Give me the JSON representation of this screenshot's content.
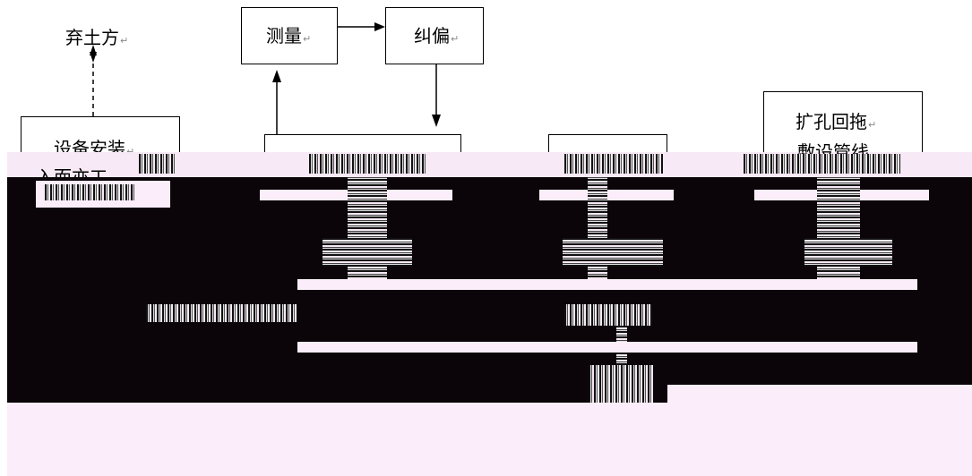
{
  "diagram": {
    "nodes": {
      "spoil": "弃土方",
      "measure": "测量",
      "correct": "纠偏",
      "install": "设备安装",
      "install_line2": "入而亦工",
      "ream": "扩孔回拖",
      "ream_line2": "敷设管线"
    },
    "return_mark": "↵"
  },
  "colors": {
    "band": "#0b0409",
    "strip": "#fbeefa"
  }
}
